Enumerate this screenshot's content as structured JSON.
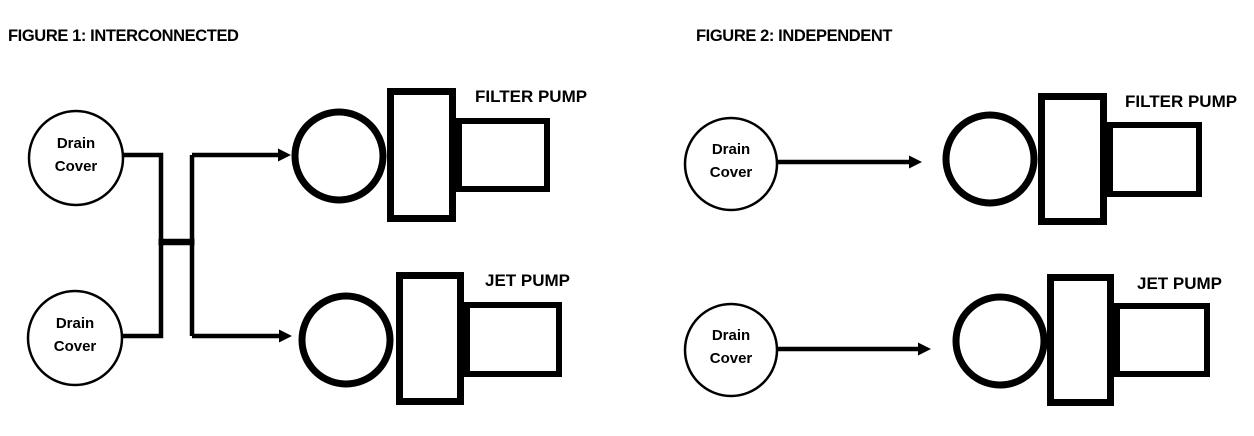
{
  "colors": {
    "ink": "#000000",
    "background": "#ffffff"
  },
  "figure1": {
    "title": "FIGURE 1: INTERCONNECTED",
    "drain_cover_top": {
      "line1": "Drain",
      "line2": "Cover"
    },
    "drain_cover_bottom": {
      "line1": "Drain",
      "line2": "Cover"
    },
    "filter_pump_label": "FILTER PUMP",
    "jet_pump_label": "JET PUMP"
  },
  "figure2": {
    "title": "FIGURE 2: INDEPENDENT",
    "drain_cover_top": {
      "line1": "Drain",
      "line2": "Cover"
    },
    "drain_cover_bottom": {
      "line1": "Drain",
      "line2": "Cover"
    },
    "filter_pump_label": "FILTER PUMP",
    "jet_pump_label": "JET PUMP"
  }
}
